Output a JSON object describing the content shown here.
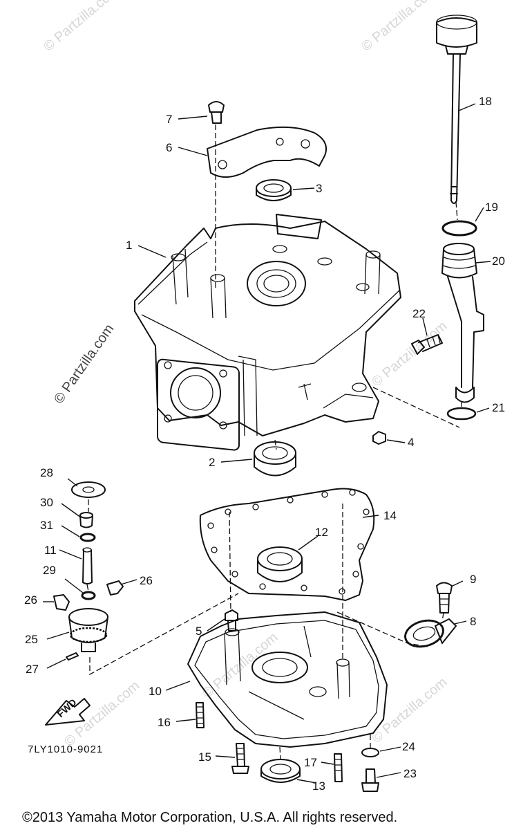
{
  "watermarks": [
    {
      "text": "© Partzilla.com"
    },
    {
      "text": "© Partzilla.com"
    },
    {
      "text": "© Partzilla.com"
    },
    {
      "text": "© Partzilla.com"
    },
    {
      "text": "© Partzilla.com"
    },
    {
      "text": "© Partzilla.com"
    },
    {
      "text": "© Partzilla.com"
    }
  ],
  "callouts": [
    "1",
    "2",
    "3",
    "4",
    "5",
    "6",
    "7",
    "8",
    "9",
    "10",
    "11",
    "12",
    "13",
    "14",
    "15",
    "16",
    "17",
    "18",
    "19",
    "20",
    "21",
    "22",
    "23",
    "24",
    "25",
    "26",
    "26",
    "27",
    "28",
    "29",
    "30",
    "31"
  ],
  "fwd_label": "FWD",
  "drawing_code": "7LY1010-9021",
  "copyright": "©2013 Yamaha Motor Corporation, U.S.A. All rights reserved."
}
